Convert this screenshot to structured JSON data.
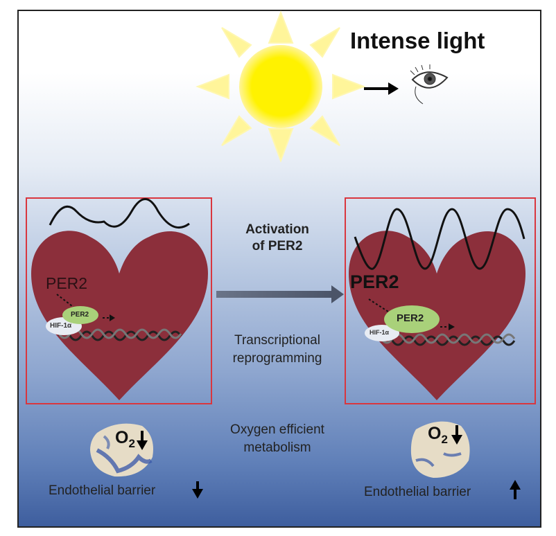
{
  "title": "Intense light",
  "center": {
    "activation_line1": "Activation",
    "activation_line2": "of PER2",
    "transcription_line1": "Transcriptional",
    "transcription_line2": "reprogramming",
    "oxygen_line1": "Oxygen efficient",
    "oxygen_line2": "metabolism"
  },
  "left_panel": {
    "per2_label": "PER2",
    "per2_protein": "PER2",
    "hif_label": "HIF-1α",
    "o2_label": "O",
    "o2_sub": "2",
    "barrier_label": "Endothelial barrier",
    "barrier_arrow": "down"
  },
  "right_panel": {
    "per2_label": "PER2",
    "per2_protein": "PER2",
    "hif_label": "HIF-1α",
    "o2_label": "O",
    "o2_sub": "2",
    "barrier_label": "Endothelial barrier",
    "barrier_arrow": "up"
  },
  "colors": {
    "heart": "#8c2f3b",
    "sun": "#fff200",
    "box_border": "#d9363e",
    "protein": "#a9d17a"
  }
}
